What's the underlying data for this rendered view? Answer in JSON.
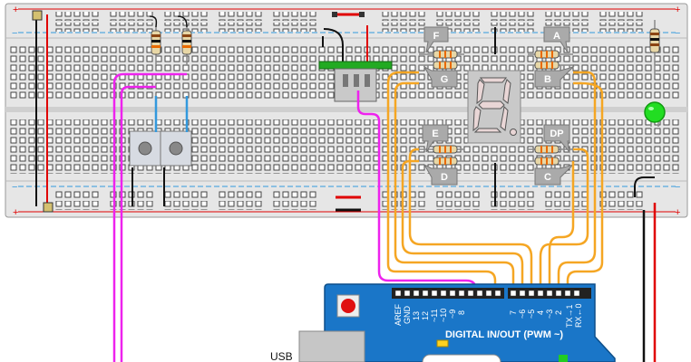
{
  "segment_labels": {
    "f": "F",
    "a": "A",
    "g": "G",
    "b": "B",
    "e": "E",
    "dp": "DP",
    "d": "D",
    "c": "C"
  },
  "rail_signs": {
    "top_plus_left": "+",
    "top_minus_left": "−",
    "top_plus_right": "+",
    "top_minus_right": "−",
    "bottom_minus_left": "−",
    "bottom_plus_left": "+",
    "bottom_minus_right": "−",
    "bottom_plus_right": "+"
  },
  "arduino": {
    "usb_label": "USB",
    "digital_label": "DIGITAL IN/OUT (PWM ~)",
    "pin_labels": [
      "AREF",
      "GND",
      "13",
      "12",
      "~11",
      "~10",
      "~9",
      "8",
      "7",
      "~6",
      "~5",
      "4",
      "~3",
      "2",
      "TX→1",
      "RX←0"
    ]
  },
  "colors": {
    "breadboard": "#e8e8e8",
    "rail_red": "#e00000",
    "rail_blue": "#3399dd",
    "arduino_blue": "#1a76c8",
    "wire_magenta": "#ee22ee",
    "wire_orange": "#f5a623",
    "wire_black": "#111111",
    "led_green": "#22dd22"
  }
}
